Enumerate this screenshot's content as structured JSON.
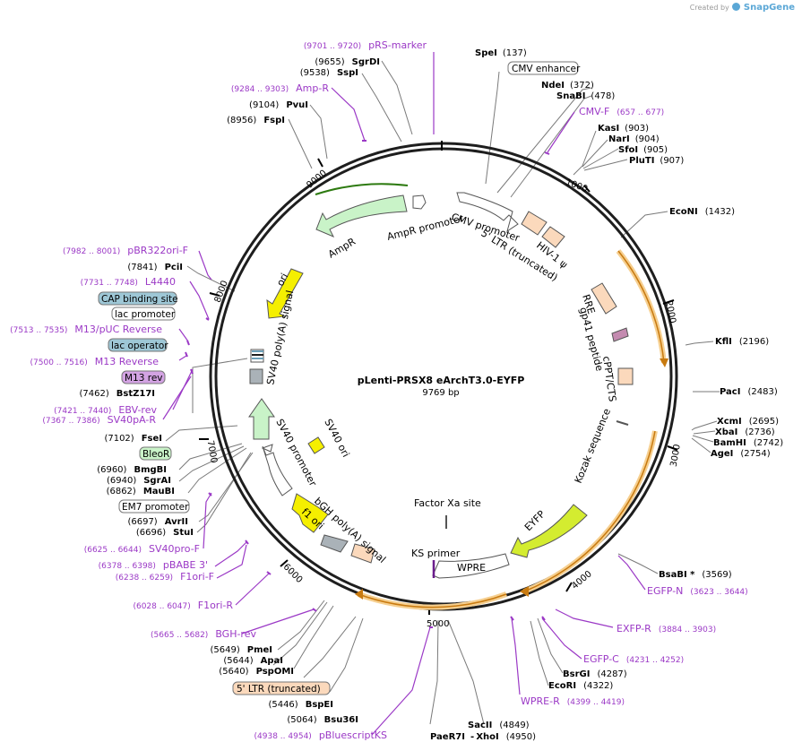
{
  "title": "pLenti-PRSX8 eArchT3.0-EYFP",
  "size_label": "9769 bp",
  "credit": {
    "created_by": "Created by",
    "brand": "SnapGene"
  },
  "colors": {
    "enzyme": "#000000",
    "primer": "#9b39c6",
    "site_line": "#7a7a7a",
    "backbone": "#1e1e1e",
    "tick": "#000000"
  },
  "tick_labels": [
    "1000",
    "2000",
    "3000",
    "4000",
    "5000",
    "6000",
    "7000",
    "8000",
    "9000"
  ],
  "enzymes": [
    {
      "name": "SpeI",
      "pos": "(137)"
    },
    {
      "name": "NdeI",
      "pos": "(372)"
    },
    {
      "name": "SnaBI",
      "pos": "(478)"
    },
    {
      "name": "KasI",
      "pos": "(903)"
    },
    {
      "name": "NarI",
      "pos": "(904)"
    },
    {
      "name": "SfoI",
      "pos": "(905)"
    },
    {
      "name": "PluTI",
      "pos": "(907)"
    },
    {
      "name": "EcoNI",
      "pos": "(1432)"
    },
    {
      "name": "KflI",
      "pos": "(2196)"
    },
    {
      "name": "PacI",
      "pos": "(2483)"
    },
    {
      "name": "XcmI",
      "pos": "(2695)"
    },
    {
      "name": "XbaI",
      "pos": "(2736)"
    },
    {
      "name": "BamHI",
      "pos": "(2742)"
    },
    {
      "name": "AgeI",
      "pos": "(2754)"
    },
    {
      "name": "BsaBI *",
      "pos": "(3569)"
    },
    {
      "name": "BsrGI",
      "pos": "(4287)"
    },
    {
      "name": "EcoRI",
      "pos": "(4322)"
    },
    {
      "name": "SacII",
      "pos": "(4849)"
    },
    {
      "name": "XhoI",
      "pos": "(4950)"
    },
    {
      "name": "Bsu36I",
      "pos": "(5064)"
    },
    {
      "name": "BspEI",
      "pos": "(5446)"
    },
    {
      "name": "PspOMI",
      "pos": "(5640)"
    },
    {
      "name": "ApaI",
      "pos": "(5644)"
    },
    {
      "name": "PmeI",
      "pos": "(5649)"
    },
    {
      "name": "StuI",
      "pos": "(6696)"
    },
    {
      "name": "AvrII",
      "pos": "(6697)"
    },
    {
      "name": "MauBI",
      "pos": "(6862)"
    },
    {
      "name": "SgrAI",
      "pos": "(6940)"
    },
    {
      "name": "BmgBI",
      "pos": "(6960)"
    },
    {
      "name": "FseI",
      "pos": "(7102)"
    },
    {
      "name": "BstZ17I",
      "pos": "(7462)"
    },
    {
      "name": "PciI",
      "pos": "(7841)"
    },
    {
      "name": "FspI",
      "pos": "(8956)"
    },
    {
      "name": "PvuI",
      "pos": "(9104)"
    },
    {
      "name": "SspI",
      "pos": "(9538)"
    },
    {
      "name": "SgrDI",
      "pos": "(9655)"
    }
  ],
  "paer_label": "PaeR7I",
  "dash": "-",
  "primers": [
    {
      "name": "pRS-marker",
      "range": "(9701 .. 9720)"
    },
    {
      "name": "Amp-R",
      "range": "(9284 .. 9303)"
    },
    {
      "name": "CMV-F",
      "range": "(657 .. 677)"
    },
    {
      "name": "pBR322ori-F",
      "range": "(7982 .. 8001)"
    },
    {
      "name": "L4440",
      "range": "(7731 .. 7748)"
    },
    {
      "name": "M13/pUC Reverse",
      "range": "(7513 .. 7535)"
    },
    {
      "name": "M13 Reverse",
      "range": "(7500 .. 7516)"
    },
    {
      "name": "EBV-rev",
      "range": "(7421 .. 7440)"
    },
    {
      "name": "SV40pA-R",
      "range": "(7367 .. 7386)"
    },
    {
      "name": "SV40pro-F",
      "range": "(6625 .. 6644)"
    },
    {
      "name": "pBABE 3'",
      "range": "(6378 .. 6398)"
    },
    {
      "name": "F1ori-F",
      "range": "(6238 .. 6259)"
    },
    {
      "name": "F1ori-R",
      "range": "(6028 .. 6047)"
    },
    {
      "name": "BGH-rev",
      "range": "(5665 .. 5682)"
    },
    {
      "name": "pBluescriptKS",
      "range": "(4938 .. 4954)"
    },
    {
      "name": "EGFP-N",
      "range": "(3623 .. 3644)"
    },
    {
      "name": "EXFP-R",
      "range": "(3884 .. 3903)"
    },
    {
      "name": "EGFP-C",
      "range": "(4231 .. 4252)"
    },
    {
      "name": "WPRE-R",
      "range": "(4399 .. 4419)"
    }
  ],
  "boxed": [
    {
      "name": "CMV enhancer"
    },
    {
      "name": "CAP binding site"
    },
    {
      "name": "lac promoter"
    },
    {
      "name": "lac operator"
    },
    {
      "name": "M13 rev"
    },
    {
      "name": "BleoR"
    },
    {
      "name": "EM7 promoter"
    },
    {
      "name": "5' LTR (truncated)"
    }
  ],
  "features": {
    "cmv_promoter": "CMV promoter",
    "ltr5": "5' LTR (truncated)",
    "hiv1": "HIV-1 ψ",
    "rre": "RRE",
    "gp41": "gp41 peptide",
    "cppt": "cPPT/CTS",
    "kozak": "Kozak sequence",
    "eyfp": "EYFP",
    "wpre": "WPRE",
    "ks_primer": "KS primer",
    "factor_xa": "Factor Xa site",
    "bgh": "bGH poly(A) signal",
    "f1ori": "f1 ori",
    "sv40_promoter": "SV40 promoter",
    "sv40_ori": "SV40 ori",
    "sv40_polya": "SV40 poly(A) signal",
    "ori": "ori",
    "ampr": "AmpR",
    "ampr_promoter": "AmpR promoter"
  }
}
